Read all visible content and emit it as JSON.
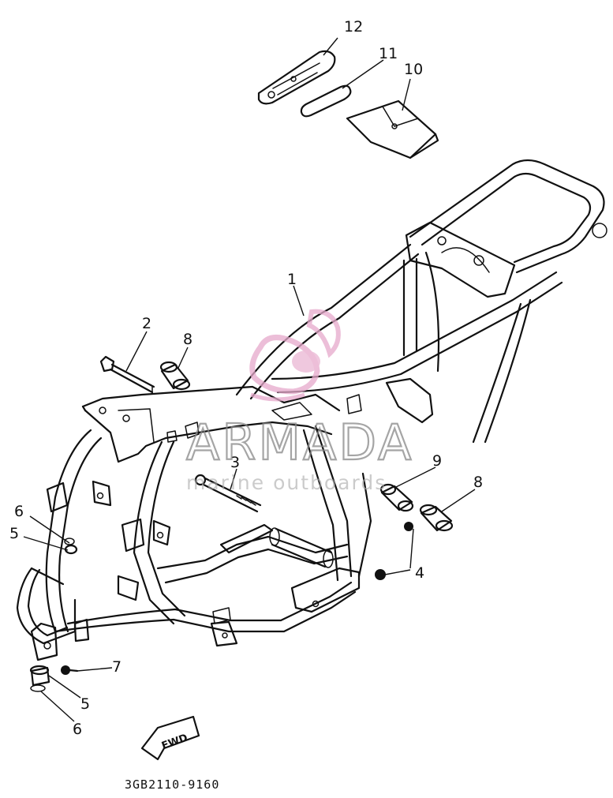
{
  "watermark": {
    "brand": "ARMADA",
    "tagline": "marine outboards",
    "color": "#e6a9cb"
  },
  "diagram_code": "3GB2110-9160",
  "fwd_label": "FWD",
  "callouts": {
    "c1": "1",
    "c2": "2",
    "c3": "3",
    "c4": "4",
    "c5a": "5",
    "c5b": "5",
    "c6a": "6",
    "c6b": "6",
    "c7": "7",
    "c8a": "8",
    "c8b": "8",
    "c9": "9",
    "c10": "10",
    "c11": "11",
    "c12": "12"
  }
}
